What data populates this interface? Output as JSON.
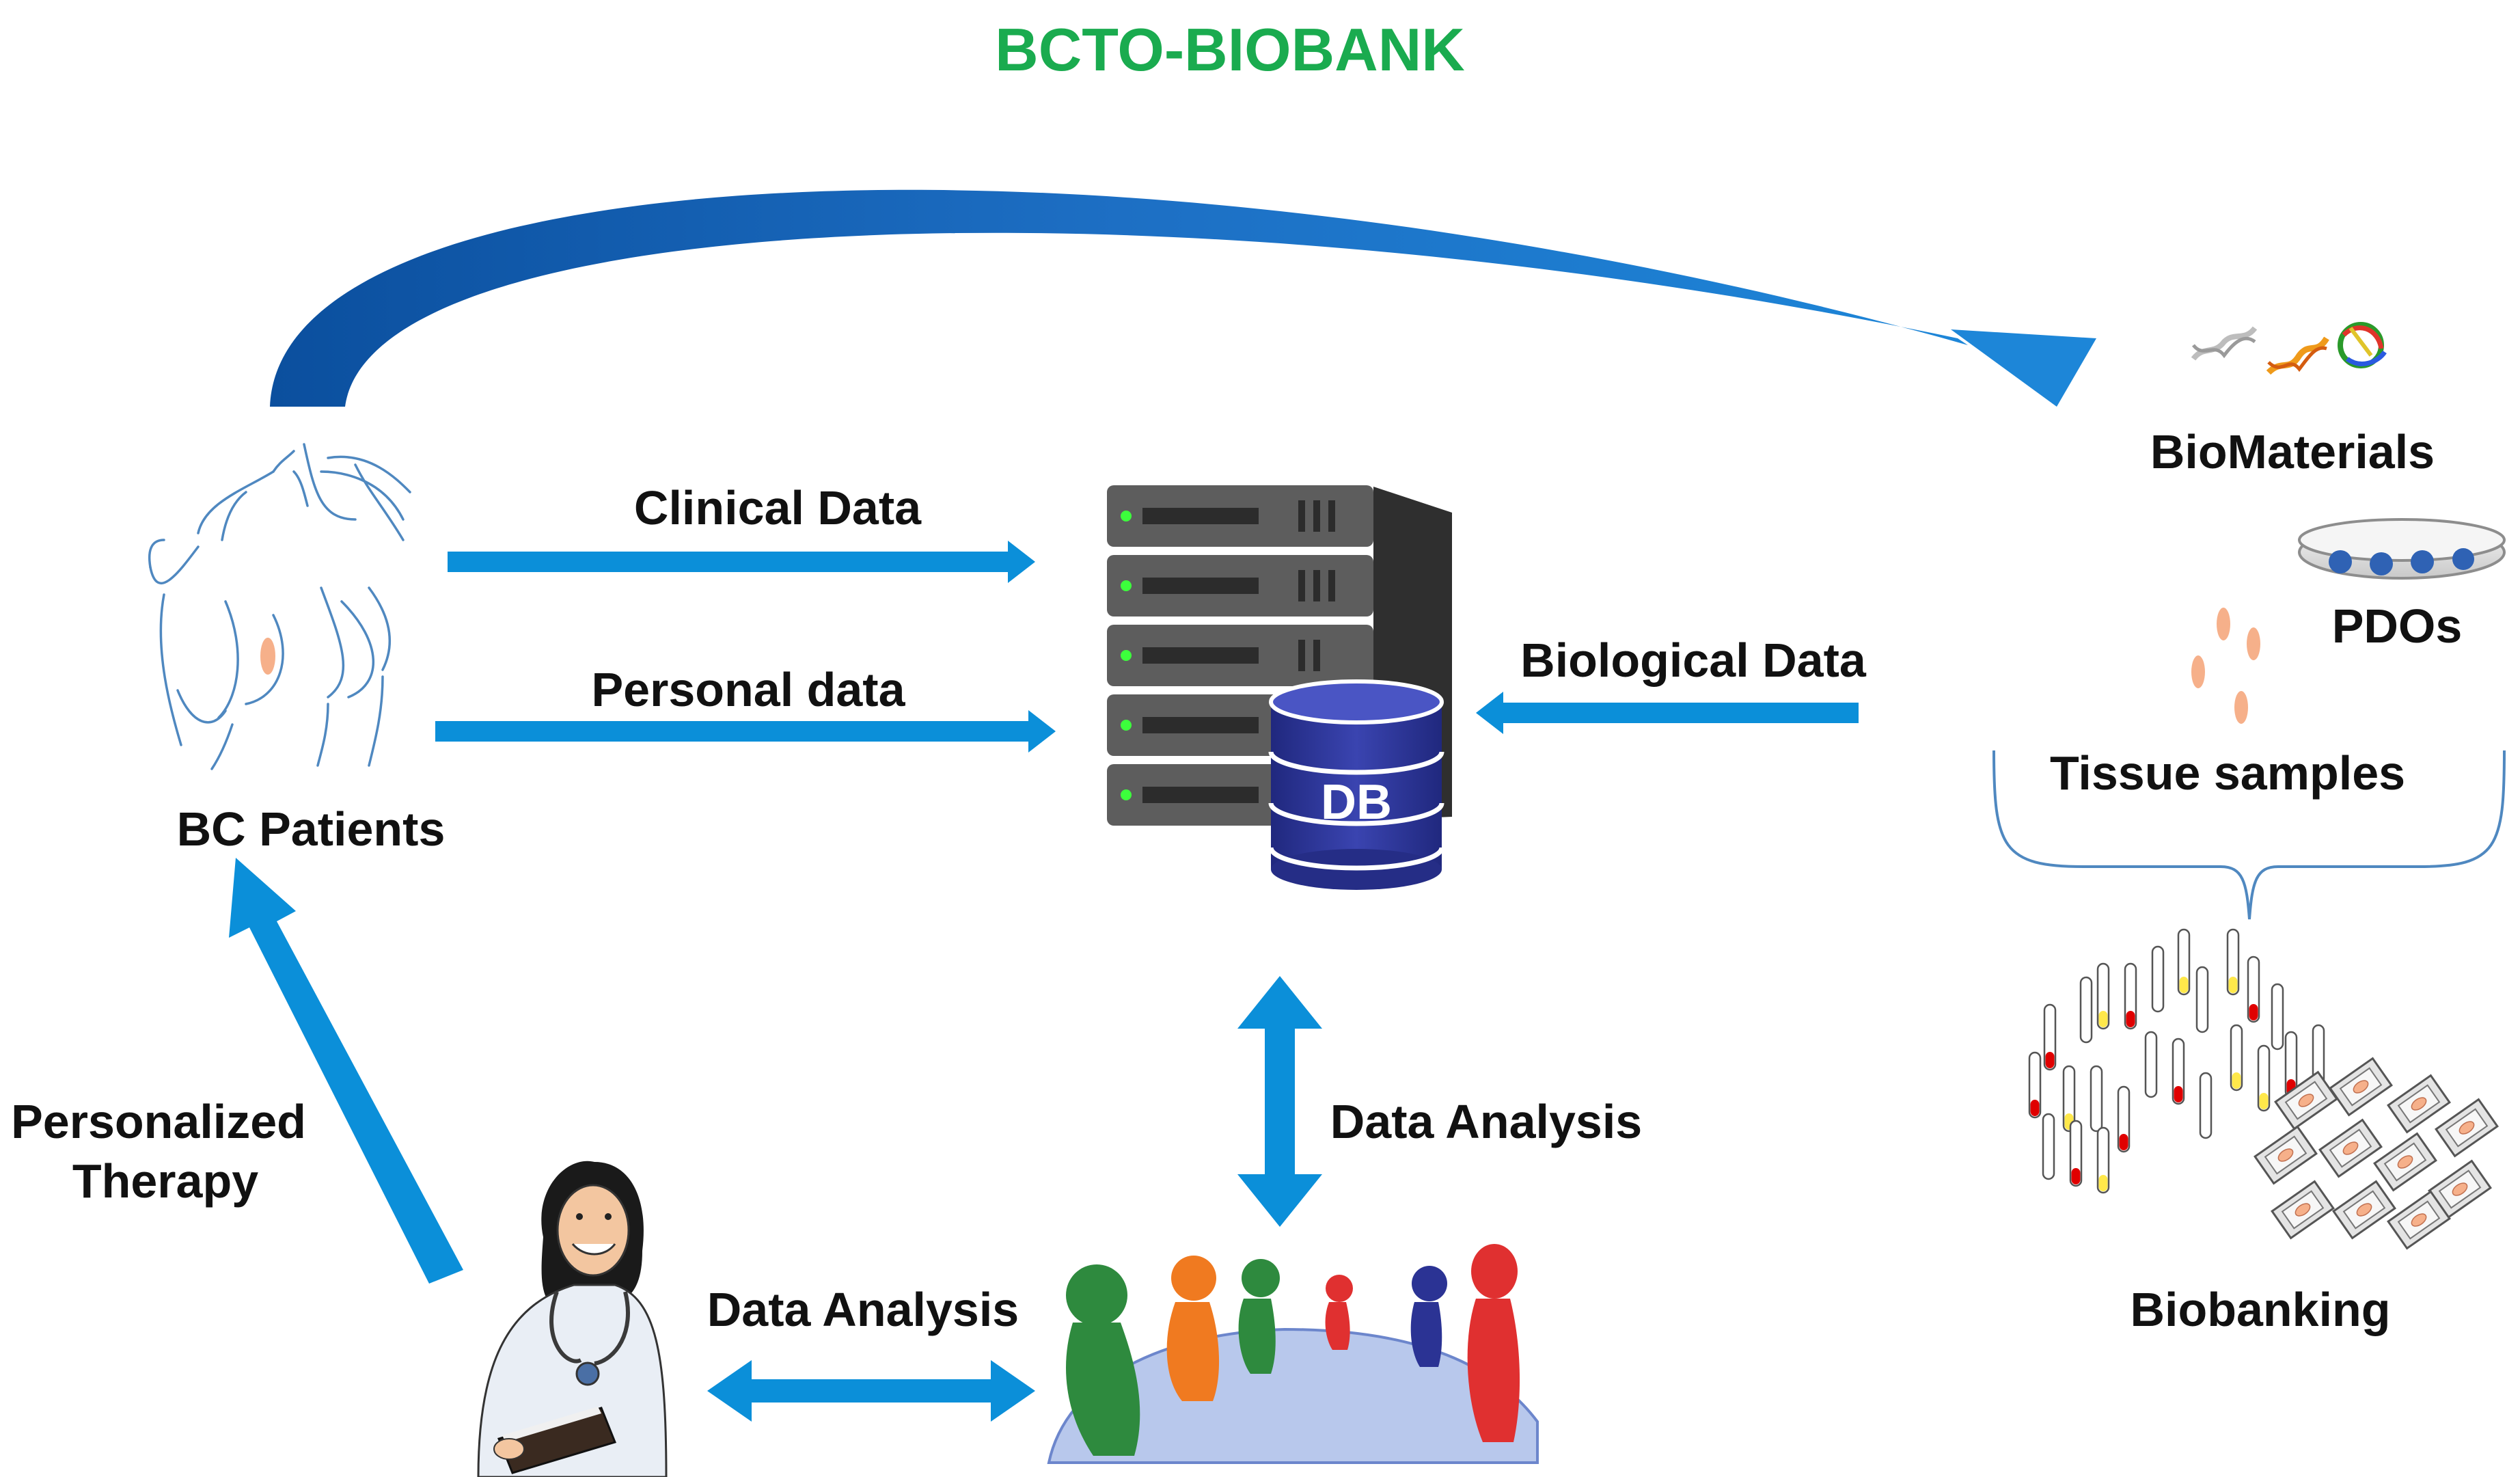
{
  "title": "BCTO-BIOBANK",
  "colors": {
    "title": "#1aab4f",
    "arrow": "#0b8fd9",
    "arc_dark": "#0b4f9e",
    "arc_light": "#1d7fd0",
    "db_blue": "#2b3394",
    "server_gray": "#5a5a5a",
    "brace": "#4f88c0"
  },
  "labels": {
    "bc_patients": "BC Patients",
    "clinical_data": "Clinical Data",
    "personal_data": "Personal data",
    "biological_data": "Biological Data",
    "db": "DB",
    "biomaterials": "BioMaterials",
    "pdos": "PDOs",
    "tissue_samples": "Tissue samples",
    "biobanking": "Biobanking",
    "data_analysis_vertical": "Data Analysis",
    "data_analysis_horizontal": "Data Analysis",
    "personalized_line1": "Personalized",
    "personalized_line2": "Therapy"
  },
  "icons": {
    "patient": "patient-torso-icon",
    "database": "database-server-icon",
    "biomaterials": "dna-protein-icon",
    "pdos": "petri-dish-icon",
    "tissue": "tissue-samples-icon",
    "tubes": "test-tubes-icon",
    "cassettes": "tissue-cassettes-icon",
    "doctor": "doctor-icon",
    "team": "research-team-icon"
  }
}
